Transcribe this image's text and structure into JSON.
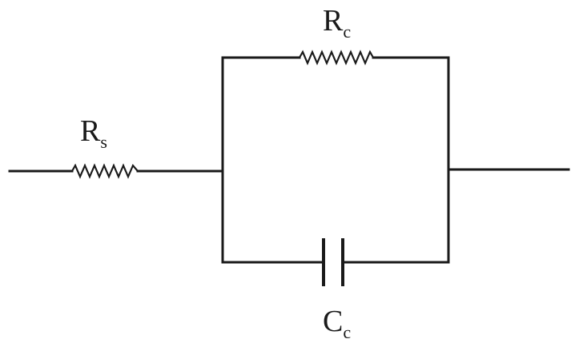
{
  "diagram": {
    "components": {
      "rs": {
        "symbol": "R",
        "subscript": "s"
      },
      "rc": {
        "symbol": "R",
        "subscript": "c"
      },
      "cc": {
        "symbol": "C",
        "subscript": "c"
      }
    },
    "colors": {
      "line": "#1a1a1a",
      "background": "#ffffff"
    }
  }
}
